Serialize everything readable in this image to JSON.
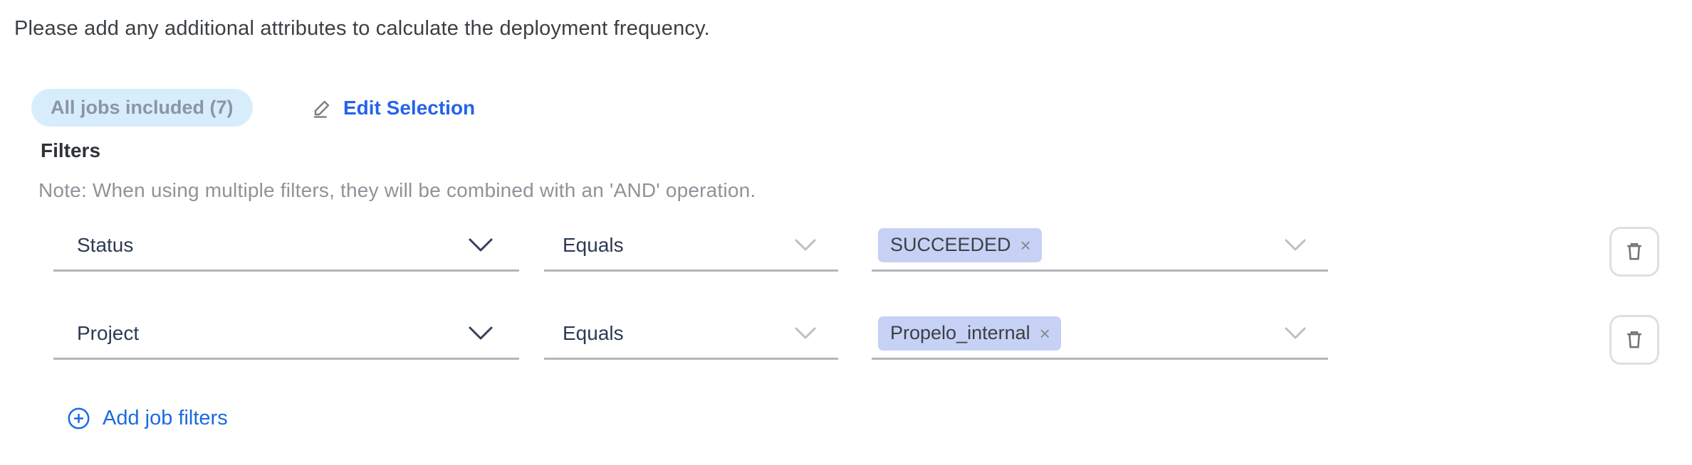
{
  "header": {
    "instruction": "Please add any additional attributes to calculate the deployment frequency."
  },
  "selection": {
    "badge_label": "All jobs included (7)",
    "edit_label": "Edit Selection"
  },
  "filters": {
    "title": "Filters",
    "note": "Note: When using multiple filters, they will be combined with an 'AND' operation.",
    "add_label": "Add job filters",
    "rows": [
      {
        "attribute": "Status",
        "operator": "Equals",
        "value_tags": [
          "SUCCEEDED"
        ]
      },
      {
        "attribute": "Project",
        "operator": "Equals",
        "value_tags": [
          "Propelo_internal"
        ]
      }
    ]
  },
  "icons": {
    "remove_value_glyph": "×",
    "edit_icon": "pencil-underline",
    "attribute_chevron": "chevron-down",
    "operator_chevron": "chevron-down",
    "values_chevron": "chevron-down",
    "delete_icon": "trash-can",
    "add_icon": "plus-circle"
  },
  "colors": {
    "edit_selection_blue": "#2563eb",
    "add_filter_blue": "#1b6ae0",
    "badge_bg": "#d8edfb",
    "badge_text": "#8b95a5",
    "tag_bg": "#c6d1f5",
    "tag_text": "#3c4045",
    "select_text": "#2c3a52",
    "underline_gray": "#b3b5b8"
  }
}
